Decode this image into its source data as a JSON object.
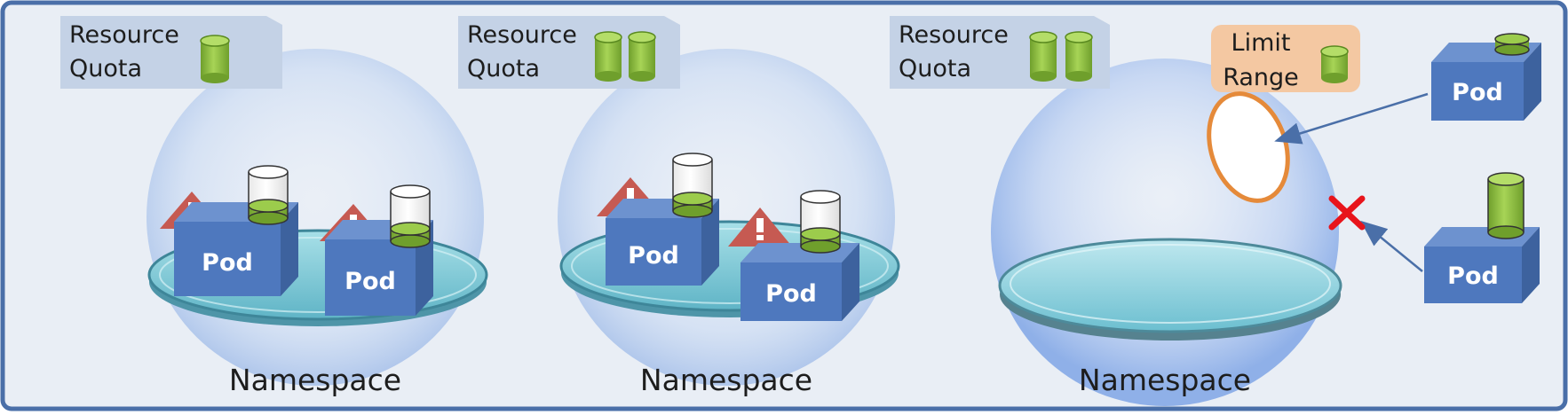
{
  "panels": [
    {
      "quota": {
        "line1": "Resource",
        "line2": "Quota"
      },
      "pods": [
        {
          "label": "Pod"
        },
        {
          "label": "Pod"
        }
      ],
      "namespace": "Namespace"
    },
    {
      "quota": {
        "line1": "Resource",
        "line2": "Quota"
      },
      "pods": [
        {
          "label": "Pod"
        },
        {
          "label": "Pod"
        }
      ],
      "namespace": "Namespace"
    },
    {
      "quota": {
        "line1": "Resource",
        "line2": "Quota"
      },
      "limit_range": {
        "line1": "Limit",
        "line2": "Range"
      },
      "incoming_pods": [
        {
          "label": "Pod"
        },
        {
          "label": "Pod"
        }
      ],
      "namespace": "Namespace"
    }
  ],
  "colors": {
    "frame": "#4a6fa8",
    "background": "#e9eef5",
    "quota_box": "#c4d2e6",
    "limit_box": "#f4c8a2",
    "pod_front": "#4e78be",
    "pod_top": "#6d92cf",
    "pod_side": "#3d629e",
    "cylinder_green": "#8cbf3e",
    "warning": "#c65a52",
    "reject_x": "#e8141b",
    "dome": "#b7cdee",
    "platform": "#7ec7d4"
  }
}
